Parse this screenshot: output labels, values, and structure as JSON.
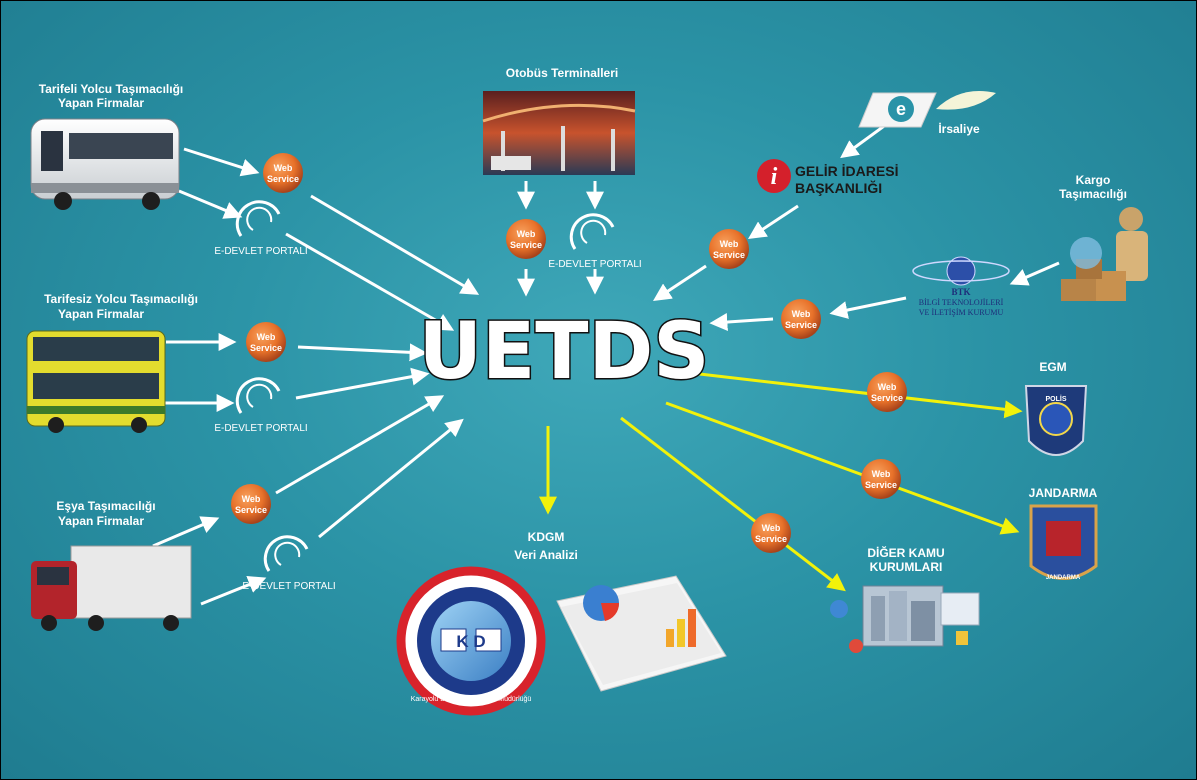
{
  "center": {
    "title": "UETDS"
  },
  "sources": {
    "tarifeli": {
      "line1": "Tarifeli Yolcu Taşımacılığı",
      "line2": "Yapan Firmalar"
    },
    "tarifesiz": {
      "line1": "Tarifesiz Yolcu Taşımacılığı",
      "line2": "Yapan Firmalar"
    },
    "esya": {
      "line1": "Eşya Taşımacılığı",
      "line2": "Yapan Firmalar"
    },
    "otobus": {
      "label": "Otobüs Terminalleri"
    },
    "kargo": {
      "line1": "Kargo",
      "line2": "Taşımacılığı"
    }
  },
  "integrations": {
    "eirsaliye": {
      "label": "İrsaliye",
      "letter": "e"
    },
    "gib": {
      "line1": "GELİR İDARESİ",
      "line2": "BAŞKANLIĞI"
    },
    "btk": {
      "abbr": "BTK",
      "line1": "BİLGİ TEKNOLOJİLERİ",
      "line2": "VE İLETİŞİM KURUMU"
    }
  },
  "targets": {
    "egm": {
      "label": "EGM",
      "badge": "POLİS"
    },
    "jandarma": {
      "label": "JANDARMA",
      "badge": "JANDARMA"
    },
    "kdgm": {
      "line1": "KDGM",
      "line2": "Veri Analizi",
      "logo_letters": "K D",
      "logo_ring": "Karayolu Düzenleme Genel Müdürlüğü"
    },
    "diger": {
      "line1": "DİĞER KAMU",
      "line2": "KURUMLARI"
    }
  },
  "webservice": {
    "line1": "Web",
    "line2": "Service"
  },
  "edevlet": {
    "caption": "E-DEVLET PORTALI"
  },
  "colors": {
    "background": "#2b93a6",
    "arrow_in": "#ffffff",
    "arrow_out": "#f2f20a",
    "ws_orange": "#e8722a"
  }
}
